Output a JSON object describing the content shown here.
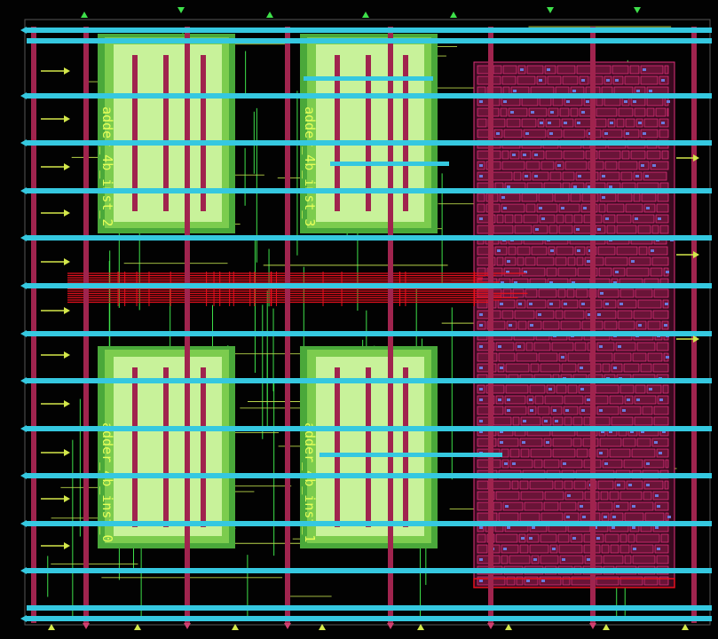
{
  "colors": {
    "background": "#020202",
    "power_rail": "#35c8e0",
    "vertical_strap": "#a0244e",
    "macro_outer": "#4aa83a",
    "macro_mid": "#7ccc4e",
    "macro_inner": "#c8f29a",
    "signal_route": "#e6101e",
    "green_wire": "#3ee04a",
    "std_cell_fill": "#6a1438",
    "std_cell_edge": "#e0307a",
    "pin_arrow": "#d4e84a",
    "label_text": "#e6ff5a"
  },
  "macros": [
    {
      "id": "m2",
      "label": "adder_4b_inst_2"
    },
    {
      "id": "m3",
      "label": "adder_4b_inst_3"
    },
    {
      "id": "m0",
      "label": "adder_4b_inst_0"
    },
    {
      "id": "m1",
      "label": "adder_4b_inst_1"
    }
  ],
  "icons": {
    "pin_marker": "triangle-arrow-icon"
  }
}
